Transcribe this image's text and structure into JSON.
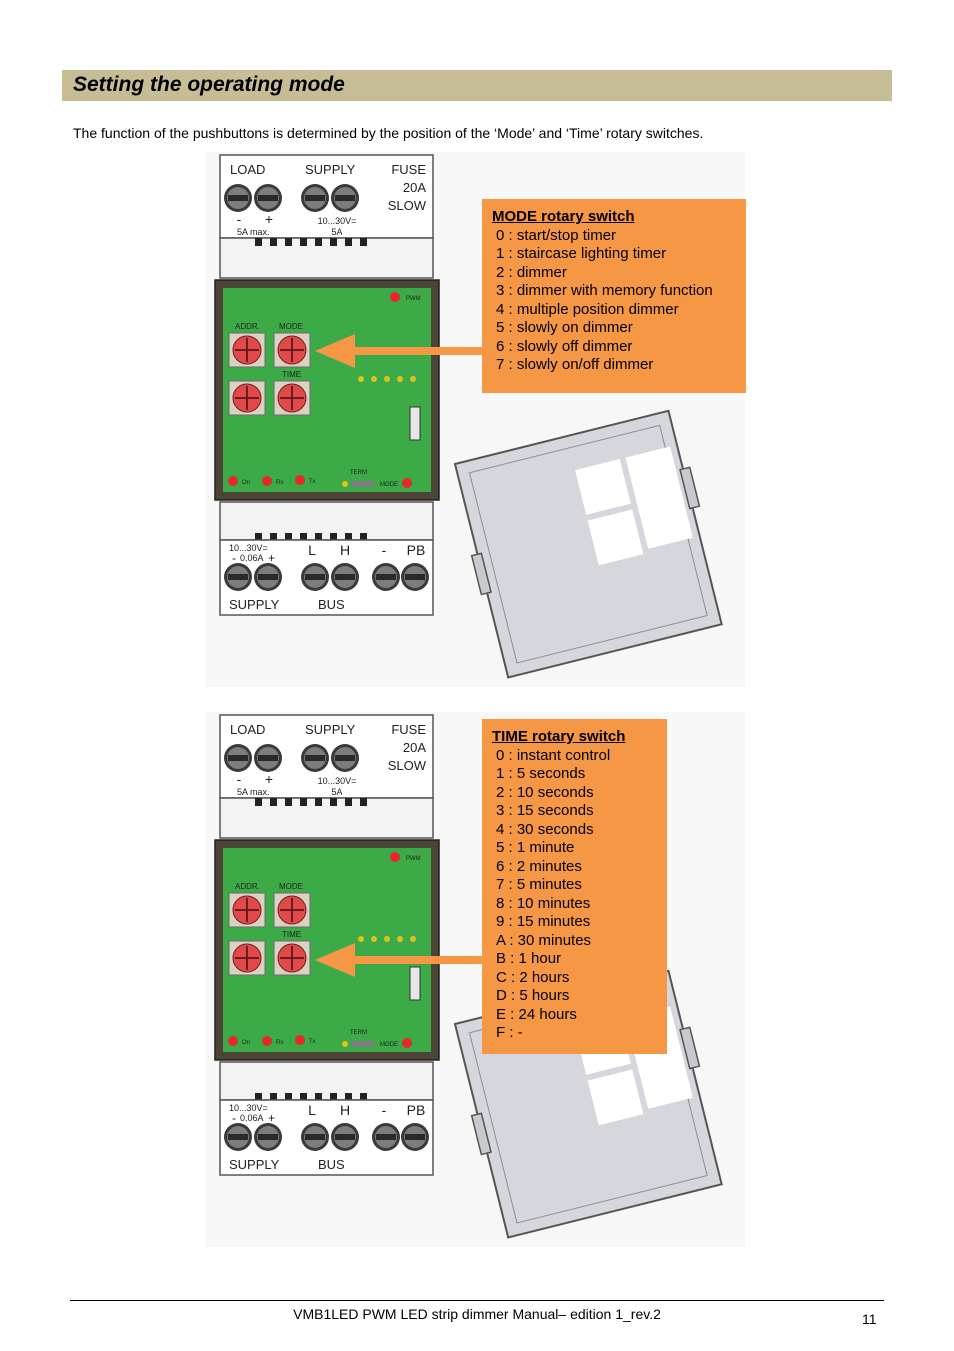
{
  "section": {
    "title": "Setting the operating mode"
  },
  "intro": "The function of the pushbuttons is determined by the position of the ‘Mode’ and ‘Time’ rotary switches.",
  "device": {
    "top_labels": {
      "load": "LOAD",
      "supply": "SUPPLY",
      "fuse": "FUSE",
      "fuse_rating": "20A",
      "fuse_type": "SLOW",
      "minus": "-",
      "plus": "+",
      "voltage": "10...30V=",
      "load_max": "5A max.",
      "supply_amp": "5A"
    },
    "board_labels": {
      "addr": "ADDR.",
      "mode": "MODE",
      "time": "TIME",
      "pwm": "PWM",
      "term": "TERM",
      "mode_btn": "MODE",
      "on": "On",
      "rx": "Rx",
      "tx": "Tx"
    },
    "bottom_labels": {
      "voltage": "10...30V=",
      "current": "0.06A",
      "minus": "-",
      "plus": "+",
      "l": "L",
      "h": "H",
      "dash": "-",
      "pb": "PB",
      "supply": "SUPPLY",
      "bus": "BUS"
    }
  },
  "mode_box": {
    "title": "MODE rotary switch",
    "items": [
      "0 : start/stop timer",
      "1 : staircase lighting timer",
      "2 : dimmer",
      "3 : dimmer with memory function",
      "4 : multiple position dimmer",
      "5 : slowly on dimmer",
      "6 : slowly off dimmer",
      "7 : slowly on/off dimmer"
    ]
  },
  "time_box": {
    "title": "TIME rotary switch",
    "items": [
      "0 : instant control",
      "1 : 5 seconds",
      "2 : 10 seconds",
      "3 : 15 seconds",
      "4 : 30 seconds",
      "5 : 1 minute",
      "6 : 2 minutes",
      "7 : 5 minutes",
      "8 : 10 minutes",
      "9 : 15 minutes",
      "A : 30 minutes",
      "B : 1 hour",
      "C : 2 hours",
      "D : 5 hours",
      "E : 24 hours",
      "F : -"
    ]
  },
  "colors": {
    "callout": "#f59744",
    "board": "#3cab47",
    "section_bar": "#c6bd96",
    "led": "#e8262c"
  },
  "footer": {
    "text": "VMB1LED PWM LED strip dimmer Manual– edition 1_rev.2",
    "page": "11"
  }
}
